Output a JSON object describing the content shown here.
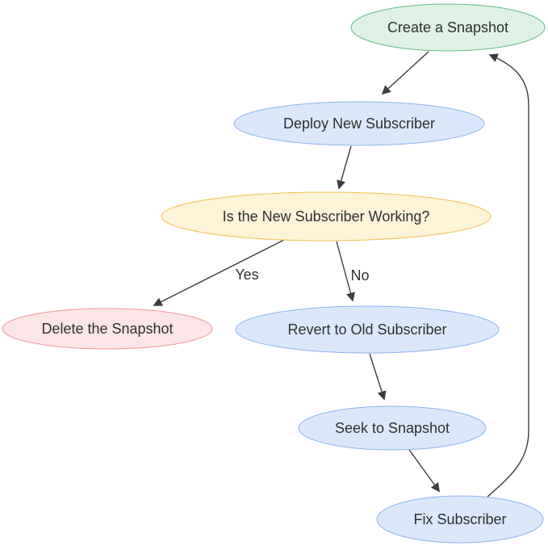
{
  "diagram": {
    "type": "flowchart",
    "background_color": "#ffffff",
    "line_color": "#3d3d3d",
    "text_color": "#2f2f31",
    "nodes": [
      {
        "id": "create_snapshot",
        "label": "Create a Snapshot",
        "shape": "ellipse",
        "fill": "#ddf2e4",
        "stroke": "#63ba87"
      },
      {
        "id": "deploy_new_subscriber",
        "label": "Deploy New Subscriber",
        "shape": "ellipse",
        "fill": "#dbe8fb",
        "stroke": "#8cb4f0"
      },
      {
        "id": "is_new_subscriber_working",
        "label": "Is the New Subscriber Working?",
        "shape": "ellipse",
        "fill": "#fcf3d8",
        "stroke": "#f1bf4b"
      },
      {
        "id": "delete_the_snapshot",
        "label": "Delete the Snapshot",
        "shape": "ellipse",
        "fill": "#fce5e6",
        "stroke": "#f09898"
      },
      {
        "id": "revert_to_old_subscriber",
        "label": "Revert to Old Subscriber",
        "shape": "ellipse",
        "fill": "#dbe8fb",
        "stroke": "#8cb4f0"
      },
      {
        "id": "seek_to_snapshot",
        "label": "Seek to Snapshot",
        "shape": "ellipse",
        "fill": "#dbe8fb",
        "stroke": "#8cb4f0"
      },
      {
        "id": "fix_subscriber",
        "label": "Fix Subscriber",
        "shape": "ellipse",
        "fill": "#dbe8fb",
        "stroke": "#8cb4f0"
      }
    ],
    "edges": [
      {
        "from": "create_snapshot",
        "to": "deploy_new_subscriber",
        "label": ""
      },
      {
        "from": "deploy_new_subscriber",
        "to": "is_new_subscriber_working",
        "label": ""
      },
      {
        "from": "is_new_subscriber_working",
        "to": "delete_the_snapshot",
        "label": "Yes"
      },
      {
        "from": "is_new_subscriber_working",
        "to": "revert_to_old_subscriber",
        "label": "No"
      },
      {
        "from": "revert_to_old_subscriber",
        "to": "seek_to_snapshot",
        "label": ""
      },
      {
        "from": "seek_to_snapshot",
        "to": "fix_subscriber",
        "label": ""
      },
      {
        "from": "fix_subscriber",
        "to": "create_snapshot",
        "label": ""
      }
    ]
  }
}
